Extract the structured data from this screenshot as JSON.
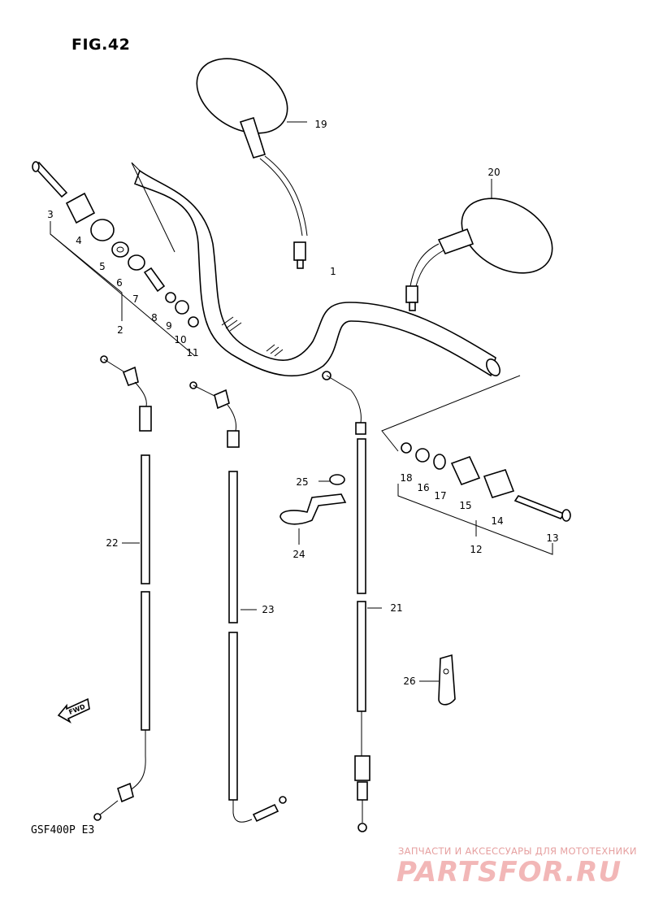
{
  "figure": {
    "title": "FIG.42",
    "model_code": "GSF400P  E3",
    "fwd_label": "FWD"
  },
  "callouts": [
    "1",
    "2",
    "3",
    "4",
    "5",
    "6",
    "7",
    "8",
    "9",
    "10",
    "11",
    "12",
    "13",
    "14",
    "15",
    "16",
    "17",
    "18",
    "19",
    "20",
    "21",
    "22",
    "23",
    "24",
    "25",
    "26"
  ],
  "watermark": {
    "tagline": "ЗАПЧАСТИ И АКСЕССУАРЫ ДЛЯ МОТОТЕХНИКИ",
    "brand": "PARTSFOR.RU"
  }
}
